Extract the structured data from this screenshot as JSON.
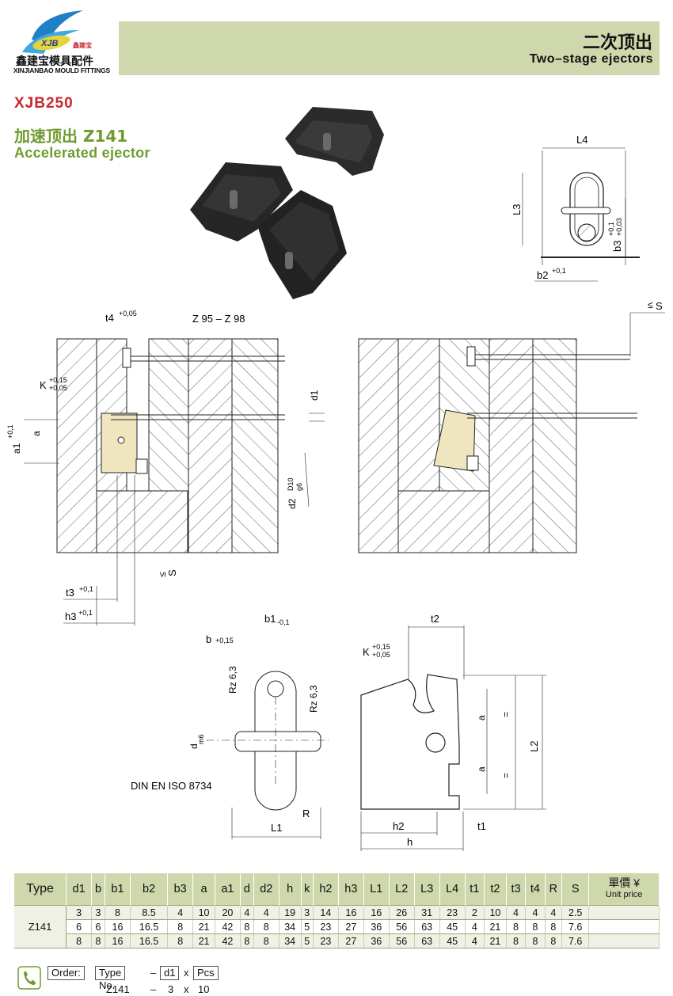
{
  "brand": {
    "logo_text": "XJB",
    "logo_small_cn": "鑫建宝",
    "name_cn": "鑫建宝模具配件",
    "name_en": "XINJIANBAO MOULD FITTINGS"
  },
  "header": {
    "title_cn": "二次顶出",
    "title_en": "Two–stage ejectors"
  },
  "product": {
    "code": "XJB250",
    "name_cn": "加速顶出  Z141",
    "name_en": "Accelerated ejector"
  },
  "drawing_labels": {
    "L4": "L4",
    "L3": "L3",
    "b2": "b2",
    "b2_tol": "+0,1",
    "b3": "b3",
    "b3_tol1": "+0,1",
    "b3_tol2": "+0,03",
    "t4": "t4",
    "t4_tol": "+0,05",
    "z_range": "Z 95 – Z 98",
    "K": "K",
    "K_tol1": "+0,15",
    "K_tol2": "+0,05",
    "a": "a",
    "a1": "a1",
    "a1_tol": "+0,1",
    "d1": "d1",
    "d2": "d2",
    "d2_fit1": "D10",
    "d2_fit2": "g6",
    "S": "S",
    "S_sym": "≤",
    "t3": "t3",
    "t3_tol": "+0,1",
    "h3": "h3",
    "h3_tol": "+0,1",
    "b1": "b1",
    "b1_tol": "-0,1",
    "b": "b",
    "b_tol": "+0,15",
    "rz": "Rz 6,3",
    "dm6": "d",
    "dm6_sub": "m6",
    "din": "DIN EN ISO 8734",
    "R": "R",
    "L1": "L1",
    "t2": "t2",
    "L2": "L2",
    "h2": "h2",
    "h": "h",
    "t1": "t1",
    "eq": "="
  },
  "table": {
    "headers": [
      "Type",
      "d1",
      "b",
      "b1",
      "b2",
      "b3",
      "a",
      "a1",
      "d",
      "d2",
      "h",
      "k",
      "h2",
      "h3",
      "L1",
      "L2",
      "L3",
      "L4",
      "t1",
      "t2",
      "t3",
      "t4",
      "R",
      "S"
    ],
    "price_header_cn": "單價 ¥",
    "price_header_en": "Unit price",
    "type_value": "Z141",
    "rows": [
      [
        "3",
        "3",
        "8",
        "8.5",
        "4",
        "10",
        "20",
        "4",
        "4",
        "19",
        "3",
        "14",
        "16",
        "16",
        "26",
        "31",
        "23",
        "2",
        "10",
        "4",
        "4",
        "4",
        "2.5"
      ],
      [
        "6",
        "6",
        "16",
        "16.5",
        "8",
        "21",
        "42",
        "8",
        "8",
        "34",
        "5",
        "23",
        "27",
        "36",
        "56",
        "63",
        "45",
        "4",
        "21",
        "8",
        "8",
        "8",
        "7.6"
      ],
      [
        "8",
        "8",
        "16",
        "16.5",
        "8",
        "21",
        "42",
        "8",
        "8",
        "34",
        "5",
        "23",
        "27",
        "36",
        "56",
        "63",
        "45",
        "4",
        "21",
        "8",
        "8",
        "8",
        "7.6"
      ]
    ]
  },
  "order": {
    "label": "Order:",
    "fields": [
      "Type No.",
      "d1",
      "Pcs"
    ],
    "dash": "–",
    "times": "x",
    "example": [
      "Z141",
      "–",
      "3",
      "x",
      "10"
    ]
  },
  "colors": {
    "accent_green": "#6f9b2f",
    "code_red": "#c8262f",
    "band": "#cfd8ac"
  }
}
